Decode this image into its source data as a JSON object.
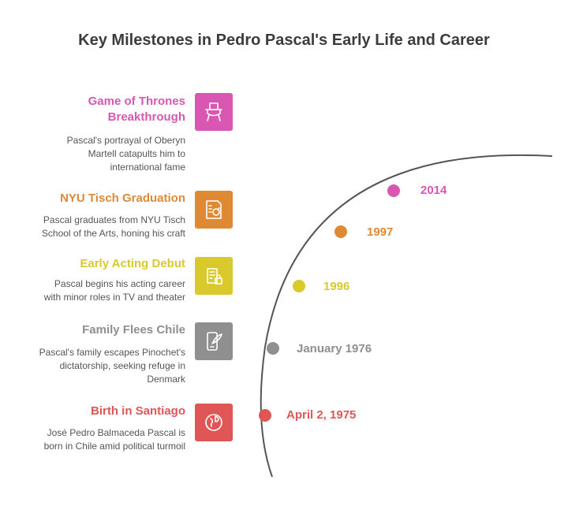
{
  "title": "Key Milestones in Pedro Pascal's Early Life and Career",
  "milestones": [
    {
      "title_lines": [
        "Game of Thrones",
        "Breakthrough"
      ],
      "desc_lines": [
        "Pascal's portrayal of Oberyn",
        "Martell catapults him to",
        "international fame"
      ],
      "date": "2014",
      "color": "#d957b3",
      "icon": "throne-icon"
    },
    {
      "title_lines": [
        "NYU Tisch Graduation"
      ],
      "desc_lines": [
        "Pascal graduates from NYU Tisch",
        "School of the Arts, honing his craft"
      ],
      "date": "1997",
      "color": "#de8a35",
      "icon": "certificate-icon"
    },
    {
      "title_lines": [
        "Early Acting Debut"
      ],
      "desc_lines": [
        "Pascal begins his acting career",
        "with minor roles in TV and theater"
      ],
      "date": "1996",
      "color": "#d9c92d",
      "icon": "script-lock-icon"
    },
    {
      "title_lines": [
        "Family Flees Chile"
      ],
      "desc_lines": [
        "Pascal's family escapes Pinochet's",
        "dictatorship, seeking refuge in",
        "Denmark"
      ],
      "date": "January 1976",
      "color": "#8f8f8f",
      "icon": "escape-phone-icon"
    },
    {
      "title_lines": [
        "Birth in Santiago"
      ],
      "desc_lines": [
        "José Pedro Balmaceda Pascal is",
        "born in Chile amid political turmoil"
      ],
      "date": "April 2, 1975",
      "color": "#e05656",
      "icon": "globe-pin-icon"
    }
  ]
}
